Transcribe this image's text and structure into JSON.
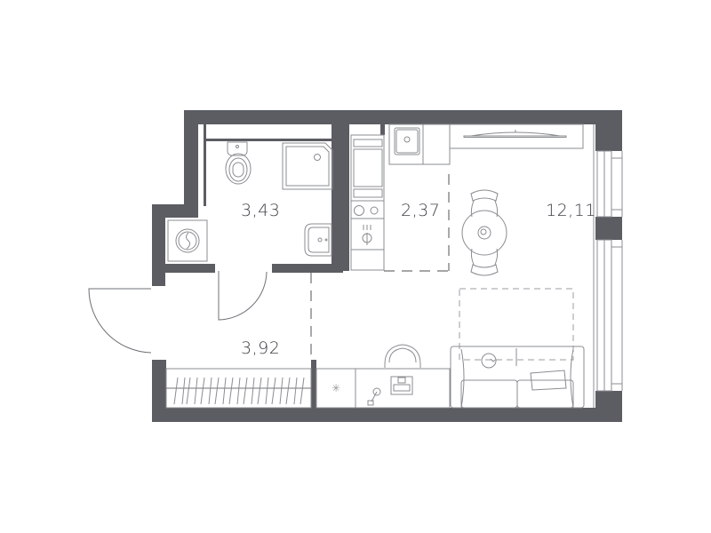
{
  "plan": {
    "type": "studio apartment floor plan",
    "wall_color": "#5b5d63",
    "rooms": [
      {
        "id": "bathroom",
        "area": "3,43"
      },
      {
        "id": "kitchen",
        "area": "2,37"
      },
      {
        "id": "living-room",
        "area": "12,11"
      },
      {
        "id": "hallway",
        "area": "3,92"
      }
    ]
  }
}
